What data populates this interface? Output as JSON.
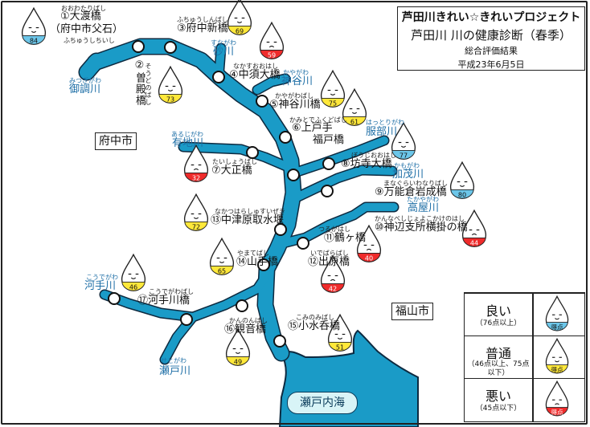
{
  "title": {
    "project": "芦田川きれい☆きれいプロジェクト",
    "main": "芦田川 川の健康診断（春季）",
    "sub": "総合評価結果",
    "date": "平成23年6月5日"
  },
  "colors": {
    "river": "#1a9bc7",
    "river_outline": "#0d2a40",
    "good": "#6cc6e9",
    "normal": "#ffe83a",
    "bad": "#ef2b2b",
    "drop_fill": "#ffffff",
    "drop_stroke": "#222222"
  },
  "cities": [
    {
      "name": "府中市"
    },
    {
      "name": "福山市"
    }
  ],
  "sea": {
    "name": "瀬戸内海"
  },
  "sites": [
    {
      "no": "①",
      "name": "大渡橋",
      "reading": "おおわたりばし",
      "note": "（府中市父石）",
      "note_reading": "ふちゅうしちいし",
      "score": "84",
      "rank": "good"
    },
    {
      "no": "②",
      "name": "曽殿橋",
      "reading": "そうどのばし",
      "score": "73",
      "rank": "normal"
    },
    {
      "no": "③",
      "name": "府中新橋",
      "reading": "ふちゅうしんばし",
      "score": "69",
      "rank": "normal"
    },
    {
      "no": "④",
      "name": "中須大橋",
      "reading": "なかすおおはし",
      "score": "59",
      "rank": "bad"
    },
    {
      "no": "⑤",
      "name": "神谷川橋",
      "reading": "かやがわばし",
      "score": "75",
      "rank": "normal"
    },
    {
      "no": "⑥",
      "name": "上戸手",
      "reading": "かみとでふくどばし",
      "name2": "福戸橋",
      "score": "61",
      "rank": "normal"
    },
    {
      "no": "⑦",
      "name": "大正橋",
      "reading": "たいしょうばし",
      "score": "32",
      "rank": "bad"
    },
    {
      "no": "⑧",
      "name": "坊寺大橋",
      "reading": "ぼうじおおはし",
      "score": "77",
      "rank": "good"
    },
    {
      "no": "⑨",
      "name": "万能倉岩成橋",
      "reading": "まなぐらいわなりばし",
      "score": "80",
      "rank": "good"
    },
    {
      "no": "⑩",
      "name": "神辺支所横掛の橋",
      "reading": "かんなべしじょよこかけのはし",
      "score": "44",
      "rank": "bad"
    },
    {
      "no": "⑪",
      "name": "鶴ヶ橋",
      "reading": "つるがはし",
      "score": "40",
      "rank": "bad"
    },
    {
      "no": "⑫",
      "name": "出原橋",
      "reading": "いでばらばし",
      "score": "42",
      "rank": "bad"
    },
    {
      "no": "⑬",
      "name": "中津原取水堰",
      "reading": "なかつはらしゅすいぜき",
      "score": "72",
      "rank": "normal"
    },
    {
      "no": "⑭",
      "name": "山手橋",
      "reading": "やまてばし",
      "score": "65",
      "rank": "normal"
    },
    {
      "no": "⑮",
      "name": "小水呑橋",
      "reading": "こみのみばし",
      "score": "51",
      "rank": "normal"
    },
    {
      "no": "⑯",
      "name": "観音橋",
      "reading": "かんのんばし",
      "score": "49",
      "rank": "normal"
    },
    {
      "no": "⑰",
      "name": "河手川橋",
      "reading": "こうでがわばし",
      "score": "46",
      "rank": "normal"
    }
  ],
  "rivers": [
    {
      "name": "御調川",
      "reading": "みつぎがわ"
    },
    {
      "name": "砂川",
      "reading": "すながわ"
    },
    {
      "name": "神谷川",
      "reading": "かやがわ"
    },
    {
      "name": "有地川",
      "reading": "あるじがわ"
    },
    {
      "name": "服部川",
      "reading": "はっとりがわ"
    },
    {
      "name": "加茂川",
      "reading": "かもがわ"
    },
    {
      "name": "高屋川",
      "reading": "たかやがわ"
    },
    {
      "name": "河手川",
      "reading": "こうでがわ"
    },
    {
      "name": "瀬戸川",
      "reading": "せとがわ"
    }
  ],
  "legend": [
    {
      "label": "良い",
      "range": "（76点以上）",
      "icon_text": "得点",
      "rank": "good"
    },
    {
      "label": "普通",
      "range": "（46点以上、75点以下）",
      "icon_text": "得点",
      "rank": "normal"
    },
    {
      "label": "悪い",
      "range": "（45点以下）",
      "icon_text": "得点",
      "rank": "bad"
    }
  ]
}
